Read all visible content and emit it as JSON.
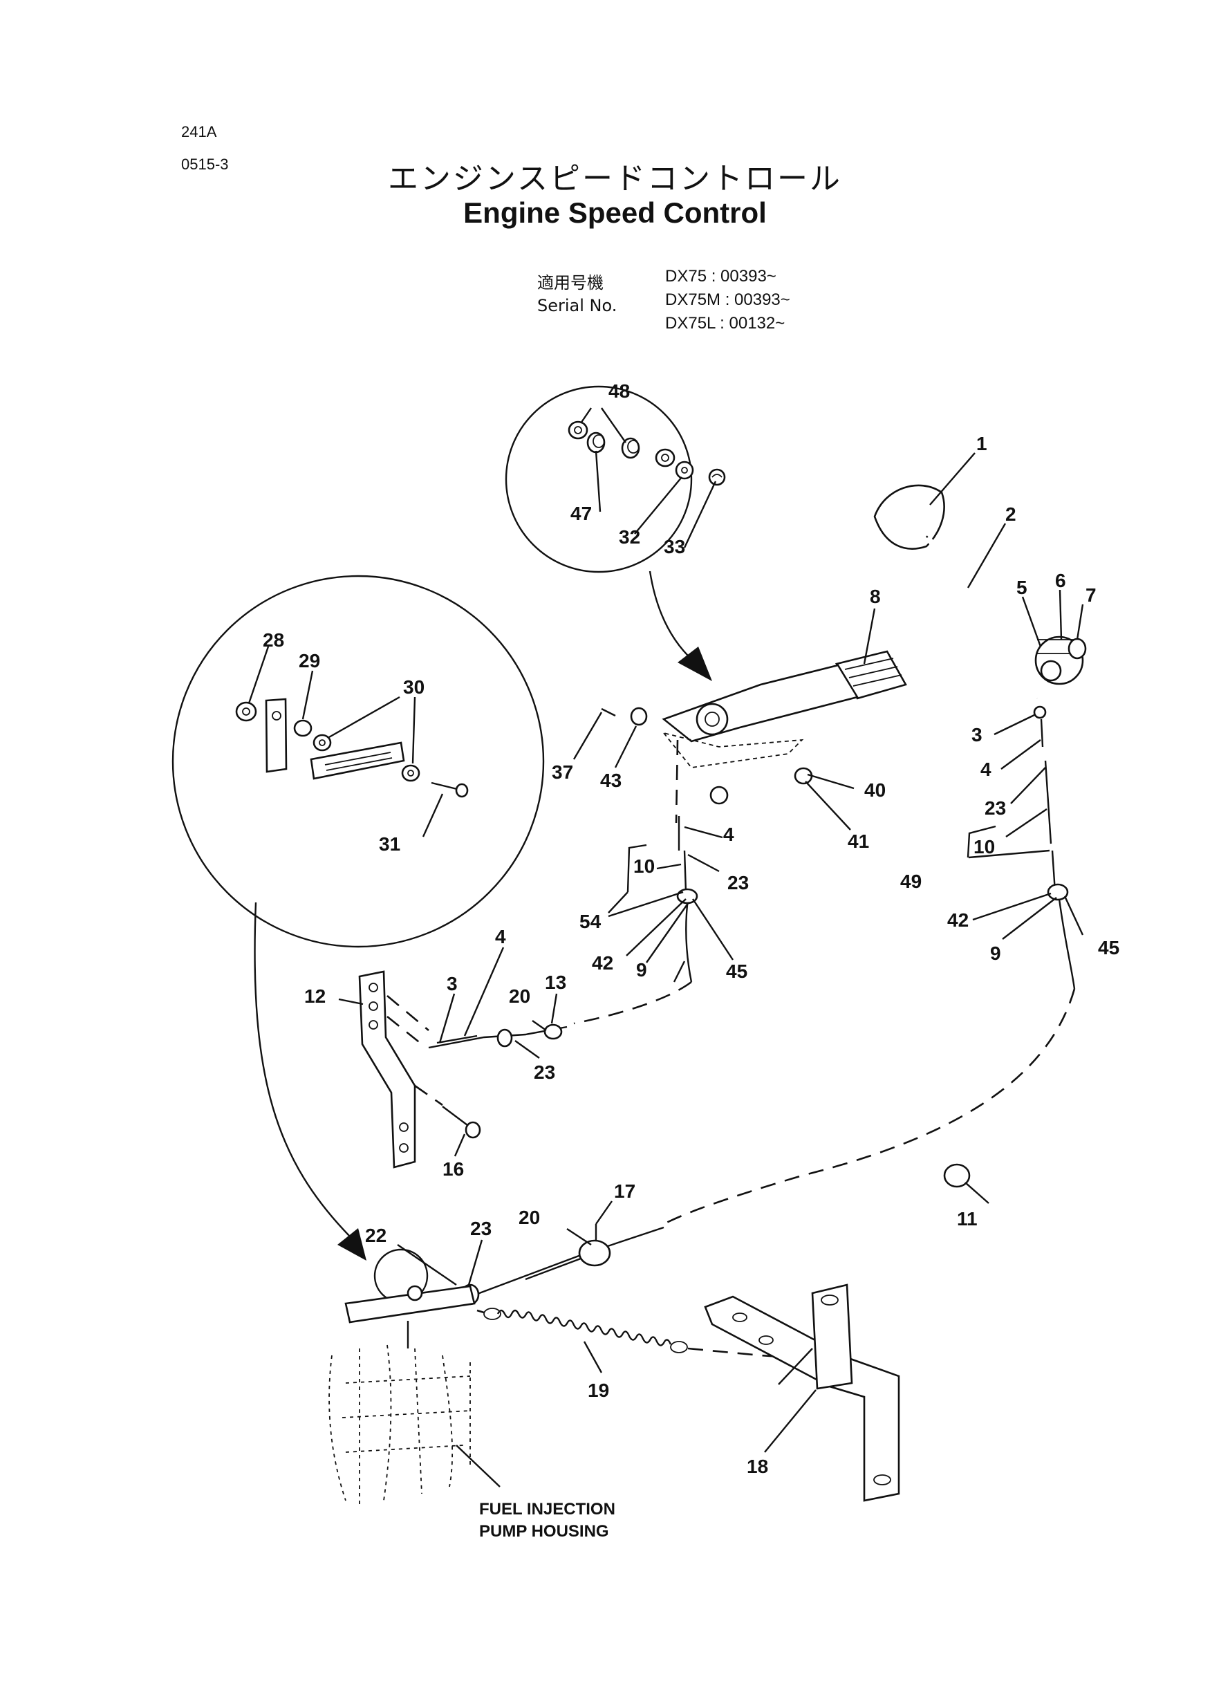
{
  "header": {
    "code_1": "241A",
    "code_2": "0515-3",
    "title_jp": "エンジンスピードコントロール",
    "title_en": "Engine Speed Control"
  },
  "serial": {
    "label_jp": "適用号機",
    "label_en": "Serial No.",
    "models": [
      {
        "model": "DX75",
        "range": ": 00393~"
      },
      {
        "model": "DX75M",
        "range": ": 00393~"
      },
      {
        "model": "DX75L",
        "range": ": 00132~"
      }
    ]
  },
  "callouts": {
    "n1": "1",
    "n2": "2",
    "n3a": "3",
    "n3b": "3",
    "n4a": "4",
    "n4b": "4",
    "n4c": "4",
    "n5": "5",
    "n6": "6",
    "n7": "7",
    "n8": "8",
    "n9a": "9",
    "n9b": "9",
    "n10a": "10",
    "n10b": "10",
    "n11": "11",
    "n12": "12",
    "n13": "13",
    "n16": "16",
    "n17": "17",
    "n18": "18",
    "n19": "19",
    "n20a": "20",
    "n20b": "20",
    "n22": "22",
    "n23a": "23",
    "n23b": "23",
    "n23c": "23",
    "n23d": "23",
    "n28": "28",
    "n29": "29",
    "n30": "30",
    "n31": "31",
    "n32": "32",
    "n33": "33",
    "n37": "37",
    "n40": "40",
    "n41": "41",
    "n42a": "42",
    "n42b": "42",
    "n43": "43",
    "n45a": "45",
    "n45b": "45",
    "n47": "47",
    "n48": "48",
    "n49": "49",
    "n54": "54"
  },
  "note": {
    "line1": "FUEL INJECTION",
    "line2": "PUMP HOUSING"
  }
}
